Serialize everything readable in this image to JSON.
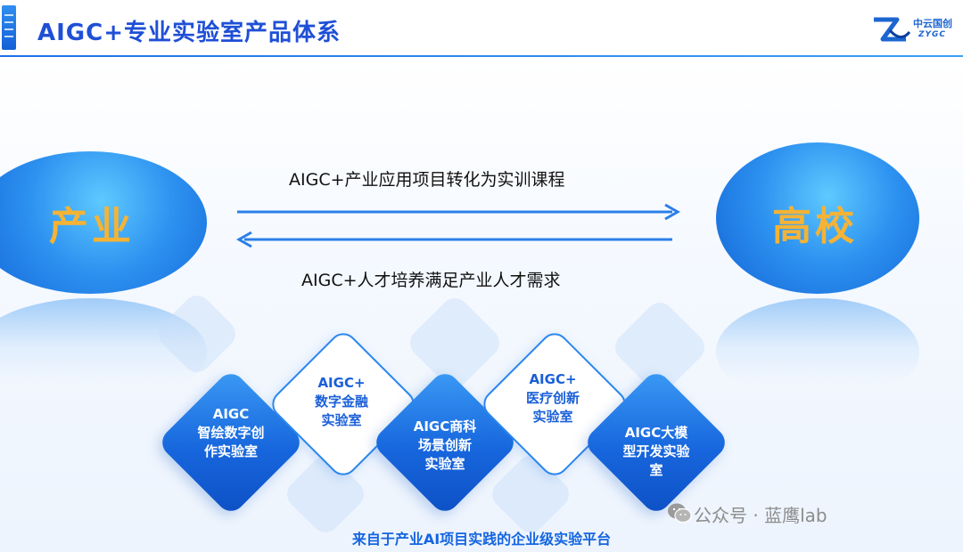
{
  "header": {
    "title": "AIGC+专业实验室产品体系",
    "logo_text": "中云国创",
    "logo_sub": "ZYGC"
  },
  "left_ellipse": {
    "label": "产业"
  },
  "right_ellipse": {
    "label": "高校"
  },
  "flows": {
    "top": "AIGC+产业应用项目转化为实训课程",
    "bottom": "AIGC+人才培养满足产业人才需求"
  },
  "labs": [
    {
      "name": "AIGC\n智绘数字创\n作实验室",
      "style": "blue"
    },
    {
      "name": "AIGC+\n数字金融\n实验室",
      "style": "white"
    },
    {
      "name": "AIGC商科\n场景创新\n实验室",
      "style": "blue"
    },
    {
      "name": "AIGC+\n医疗创新\n实验室",
      "style": "white"
    },
    {
      "name": "AIGC大模\n型开发实验\n室",
      "style": "blue"
    }
  ],
  "caption": "来自于产业AI项目实践的企业级实验平台",
  "watermark": "公众号 · 蓝鹰lab",
  "icons": [
    "wechat-icon",
    "arrow-right-icon",
    "arrow-left-icon"
  ],
  "colors": {
    "brand_blue": "#1f4fd6",
    "accent_orange": "#f5b335",
    "arrow_blue": "#2b7fe8"
  }
}
